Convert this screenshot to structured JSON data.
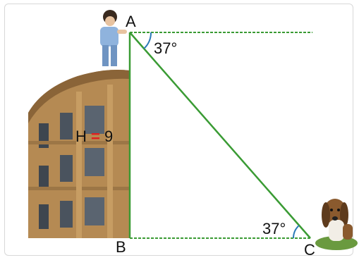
{
  "diagram": {
    "points": {
      "a": "A",
      "b": "B",
      "c": "C"
    },
    "angle_at_a": "37°",
    "angle_at_c": "37°",
    "height": {
      "prefix": "H",
      "eq": "=",
      "value": "9"
    }
  },
  "colors": {
    "line": "#3a9b34",
    "eq_sign": "#e02020",
    "angle_arc": "#2a7ab8"
  },
  "icons": [
    "child-figure",
    "building-illustration",
    "dog-figure"
  ]
}
